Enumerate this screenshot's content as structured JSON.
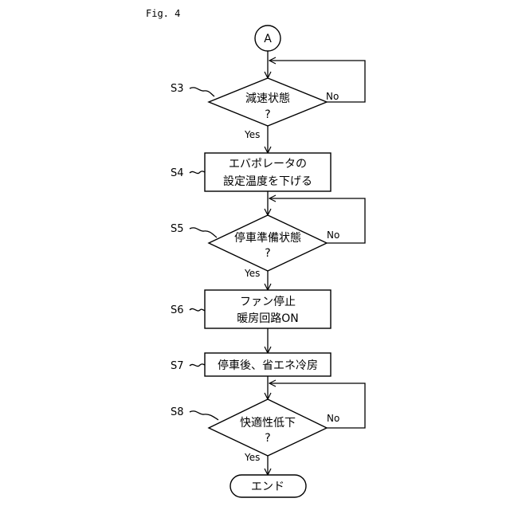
{
  "figure_label": "Fig. 4",
  "connector": {
    "label": "A"
  },
  "steps": {
    "s3": {
      "id": "S3",
      "line1": "減速状態",
      "line2": "?",
      "no": "No",
      "yes": "Yes"
    },
    "s4": {
      "id": "S4",
      "line1": "エバポレータの",
      "line2": "設定温度を下げる"
    },
    "s5": {
      "id": "S5",
      "line1": "停車準備状態",
      "line2": "?",
      "no": "No",
      "yes": "Yes"
    },
    "s6": {
      "id": "S6",
      "line1": "ファン停止",
      "line2": "暖房回路ON"
    },
    "s7": {
      "id": "S7",
      "line1": "停車後、省エネ冷房"
    },
    "s8": {
      "id": "S8",
      "line1": "快適性低下",
      "line2": "?",
      "no": "No",
      "yes": "Yes"
    }
  },
  "end": {
    "label": "エンド"
  }
}
